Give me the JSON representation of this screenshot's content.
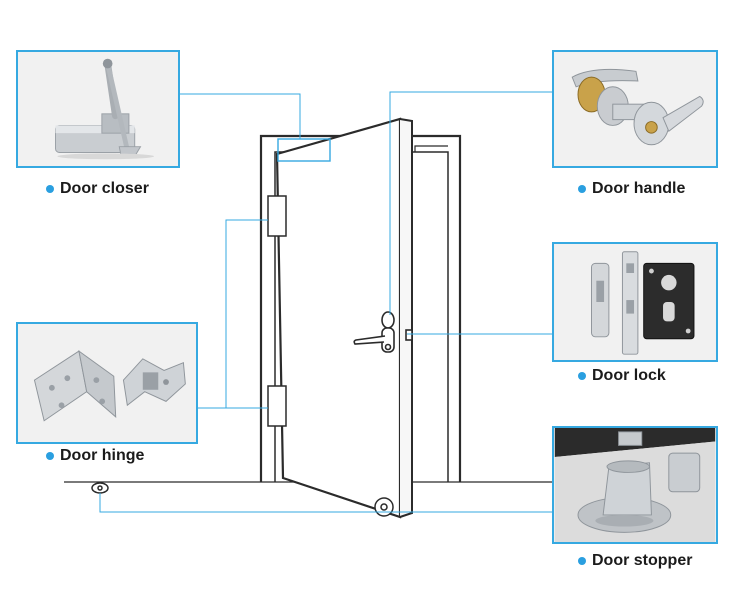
{
  "labels": {
    "closer": "Door closer",
    "handle": "Door handle",
    "lock": "Door lock",
    "hinge": "Door hinge",
    "stopper": "Door stopper"
  },
  "colors": {
    "accent": "#36a9e1",
    "bullet": "#2a9fe0",
    "line_art": "#2b2b2b",
    "text": "#1b1b1b"
  },
  "icons": {
    "closer": "door-closer-photo",
    "handle": "lever-handle-photo",
    "lock": "mortise-lock-photo",
    "hinge": "hinge-photo",
    "stopper": "door-stopper-photo"
  }
}
